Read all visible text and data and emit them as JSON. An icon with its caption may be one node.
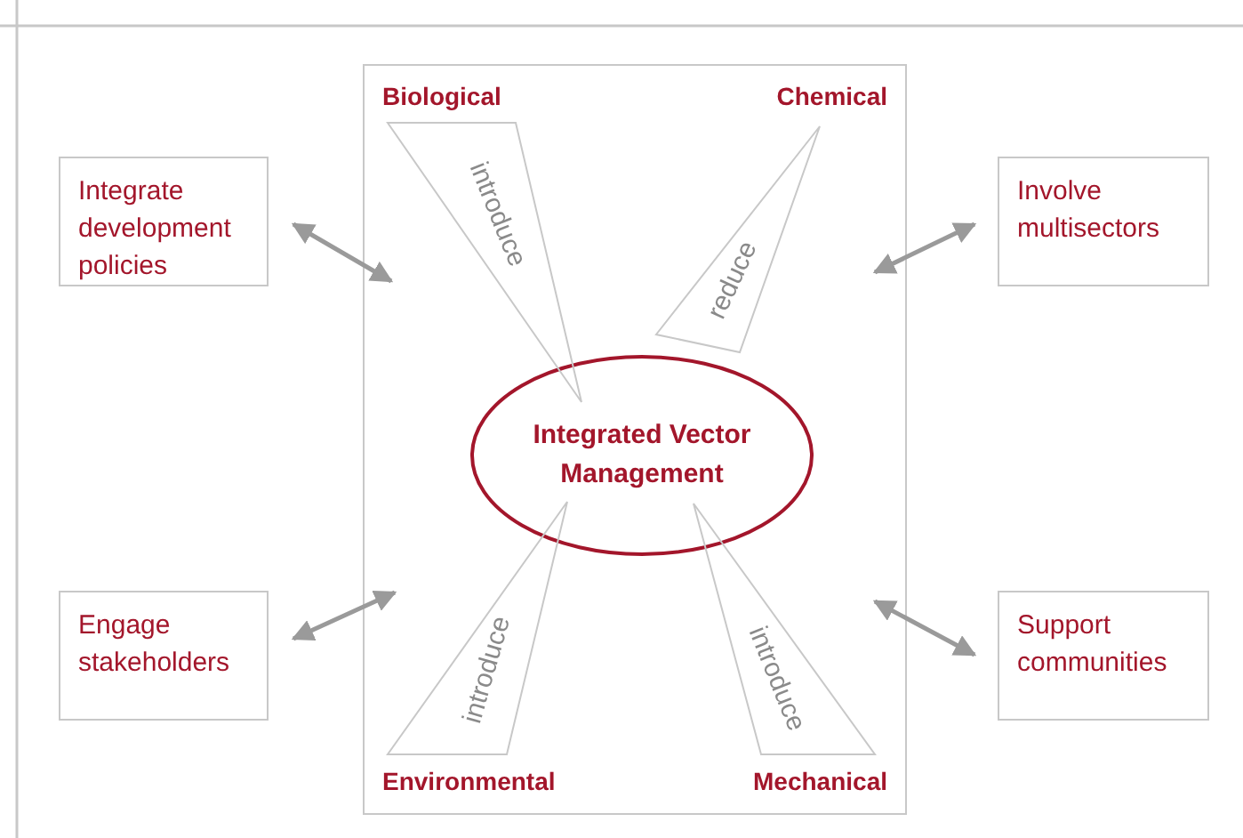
{
  "diagram": {
    "nodes": [
      {
        "text": [],
        "shape": "box"
      },
      {
        "text": [
          "Biological"
        ],
        "in": 0
      },
      {
        "text": [
          "Chemical"
        ],
        "in": 0
      },
      {
        "text": [
          "Integrated Vector Management"
        ],
        "in": 0
      },
      {
        "text": [
          "Environmental"
        ],
        "in": 0
      },
      {
        "text": [
          "Mechanical"
        ],
        "in": 0
      },
      {
        "text": [
          "Integrate development policies"
        ]
      },
      {
        "text": [
          "Involve multisectors"
        ]
      },
      {
        "text": [
          "Engage stakeholders"
        ]
      },
      {
        "text": [
          "Support communities"
        ]
      }
    ],
    "edges": [
      {
        "from": 1,
        "to": 3,
        "arrow": "none",
        "label": "introduce"
      },
      {
        "from": 2,
        "to": 3,
        "arrow": "none",
        "label": "reduce"
      },
      {
        "from": 4,
        "to": 3,
        "arrow": "none",
        "label": "introduce"
      },
      {
        "from": 5,
        "to": 3,
        "arrow": "none",
        "label": "introduce"
      },
      {
        "from": 6,
        "to": 0,
        "arrow": "both"
      },
      {
        "from": 7,
        "to": 0,
        "arrow": "both"
      },
      {
        "from": 8,
        "to": 0,
        "arrow": "both"
      },
      {
        "from": 9,
        "to": 0,
        "arrow": "both"
      }
    ]
  }
}
